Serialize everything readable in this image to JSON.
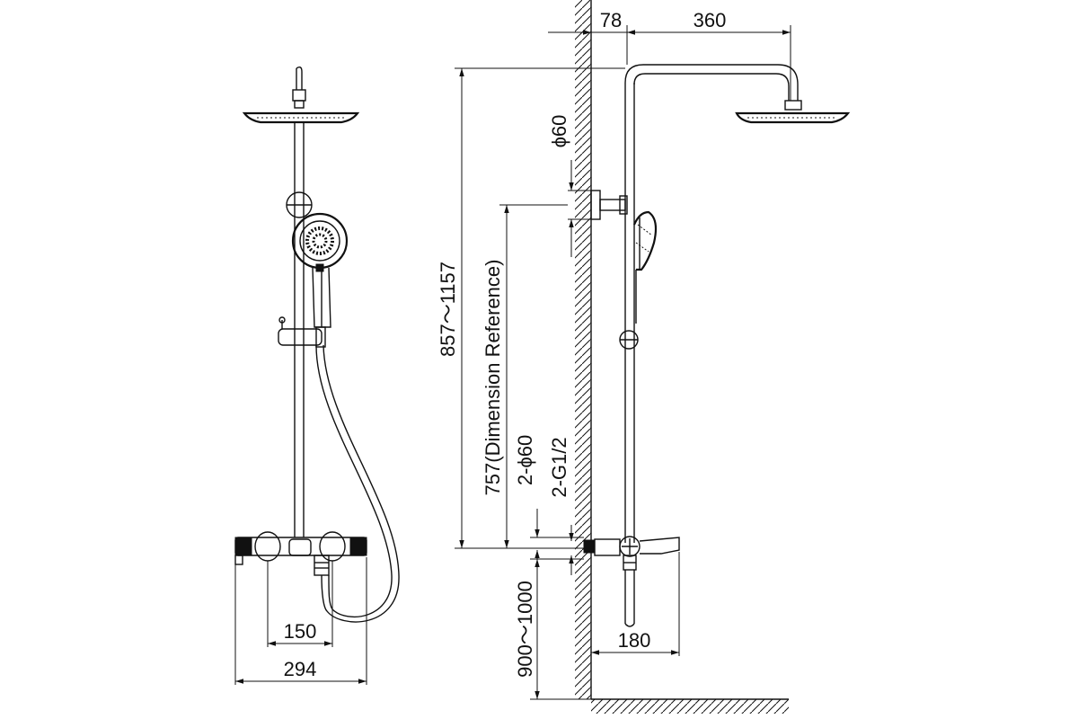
{
  "diagram": {
    "front_view": {
      "mixer_width": "294",
      "inlet_spacing": "150"
    },
    "side_view": {
      "arm_offset": "78",
      "arm_length": "360",
      "bracket_diameter": "ϕ60",
      "total_height_range": "857～1157",
      "reference_height": "757(Dimension Reference)",
      "cover_diameter": "2-ϕ60",
      "inlet_thread": "2-G1/2",
      "mount_height_range": "900～1000",
      "spout_projection": "180"
    }
  }
}
